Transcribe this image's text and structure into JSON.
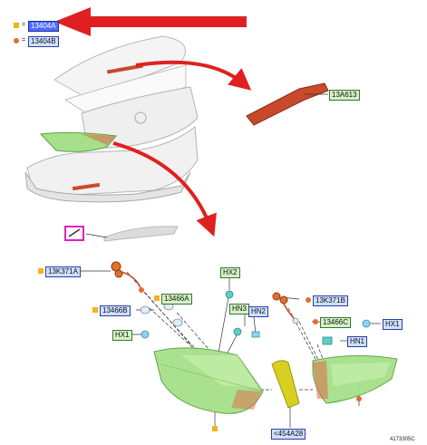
{
  "legend": {
    "item1": {
      "symbol": "=",
      "code": "13404A",
      "color": "#f2b320"
    },
    "item2": {
      "symbol": "=",
      "code": "13404B",
      "color": "#e0702a"
    }
  },
  "labels": {
    "part_13A613": "13A613",
    "part_13K371A": "13K371A",
    "part_13466A": "13466A",
    "part_13466B": "13466B",
    "part_HX1_left": "HX1",
    "part_HX2": "HX2",
    "part_HN3": "HN3",
    "part_HN2": "HN2",
    "part_13K371B": "13K371B",
    "part_13466C": "13466C",
    "part_HX1_right": "HX1",
    "part_HN1": "HN1",
    "part_454A28": "<454A28"
  },
  "figure_id": "4173305C",
  "colors": {
    "arrow": "#e02020",
    "lamp": "#a6e08a",
    "lamp_edge": "#5aa040",
    "reflector": "#d8d020",
    "stop_lamp": "#c84a2a",
    "bulb_blue": "#8fd3ee",
    "bulb_teal": "#5cd0c8",
    "car_body": "#f3f3f3",
    "car_line": "#b8b8b8"
  }
}
